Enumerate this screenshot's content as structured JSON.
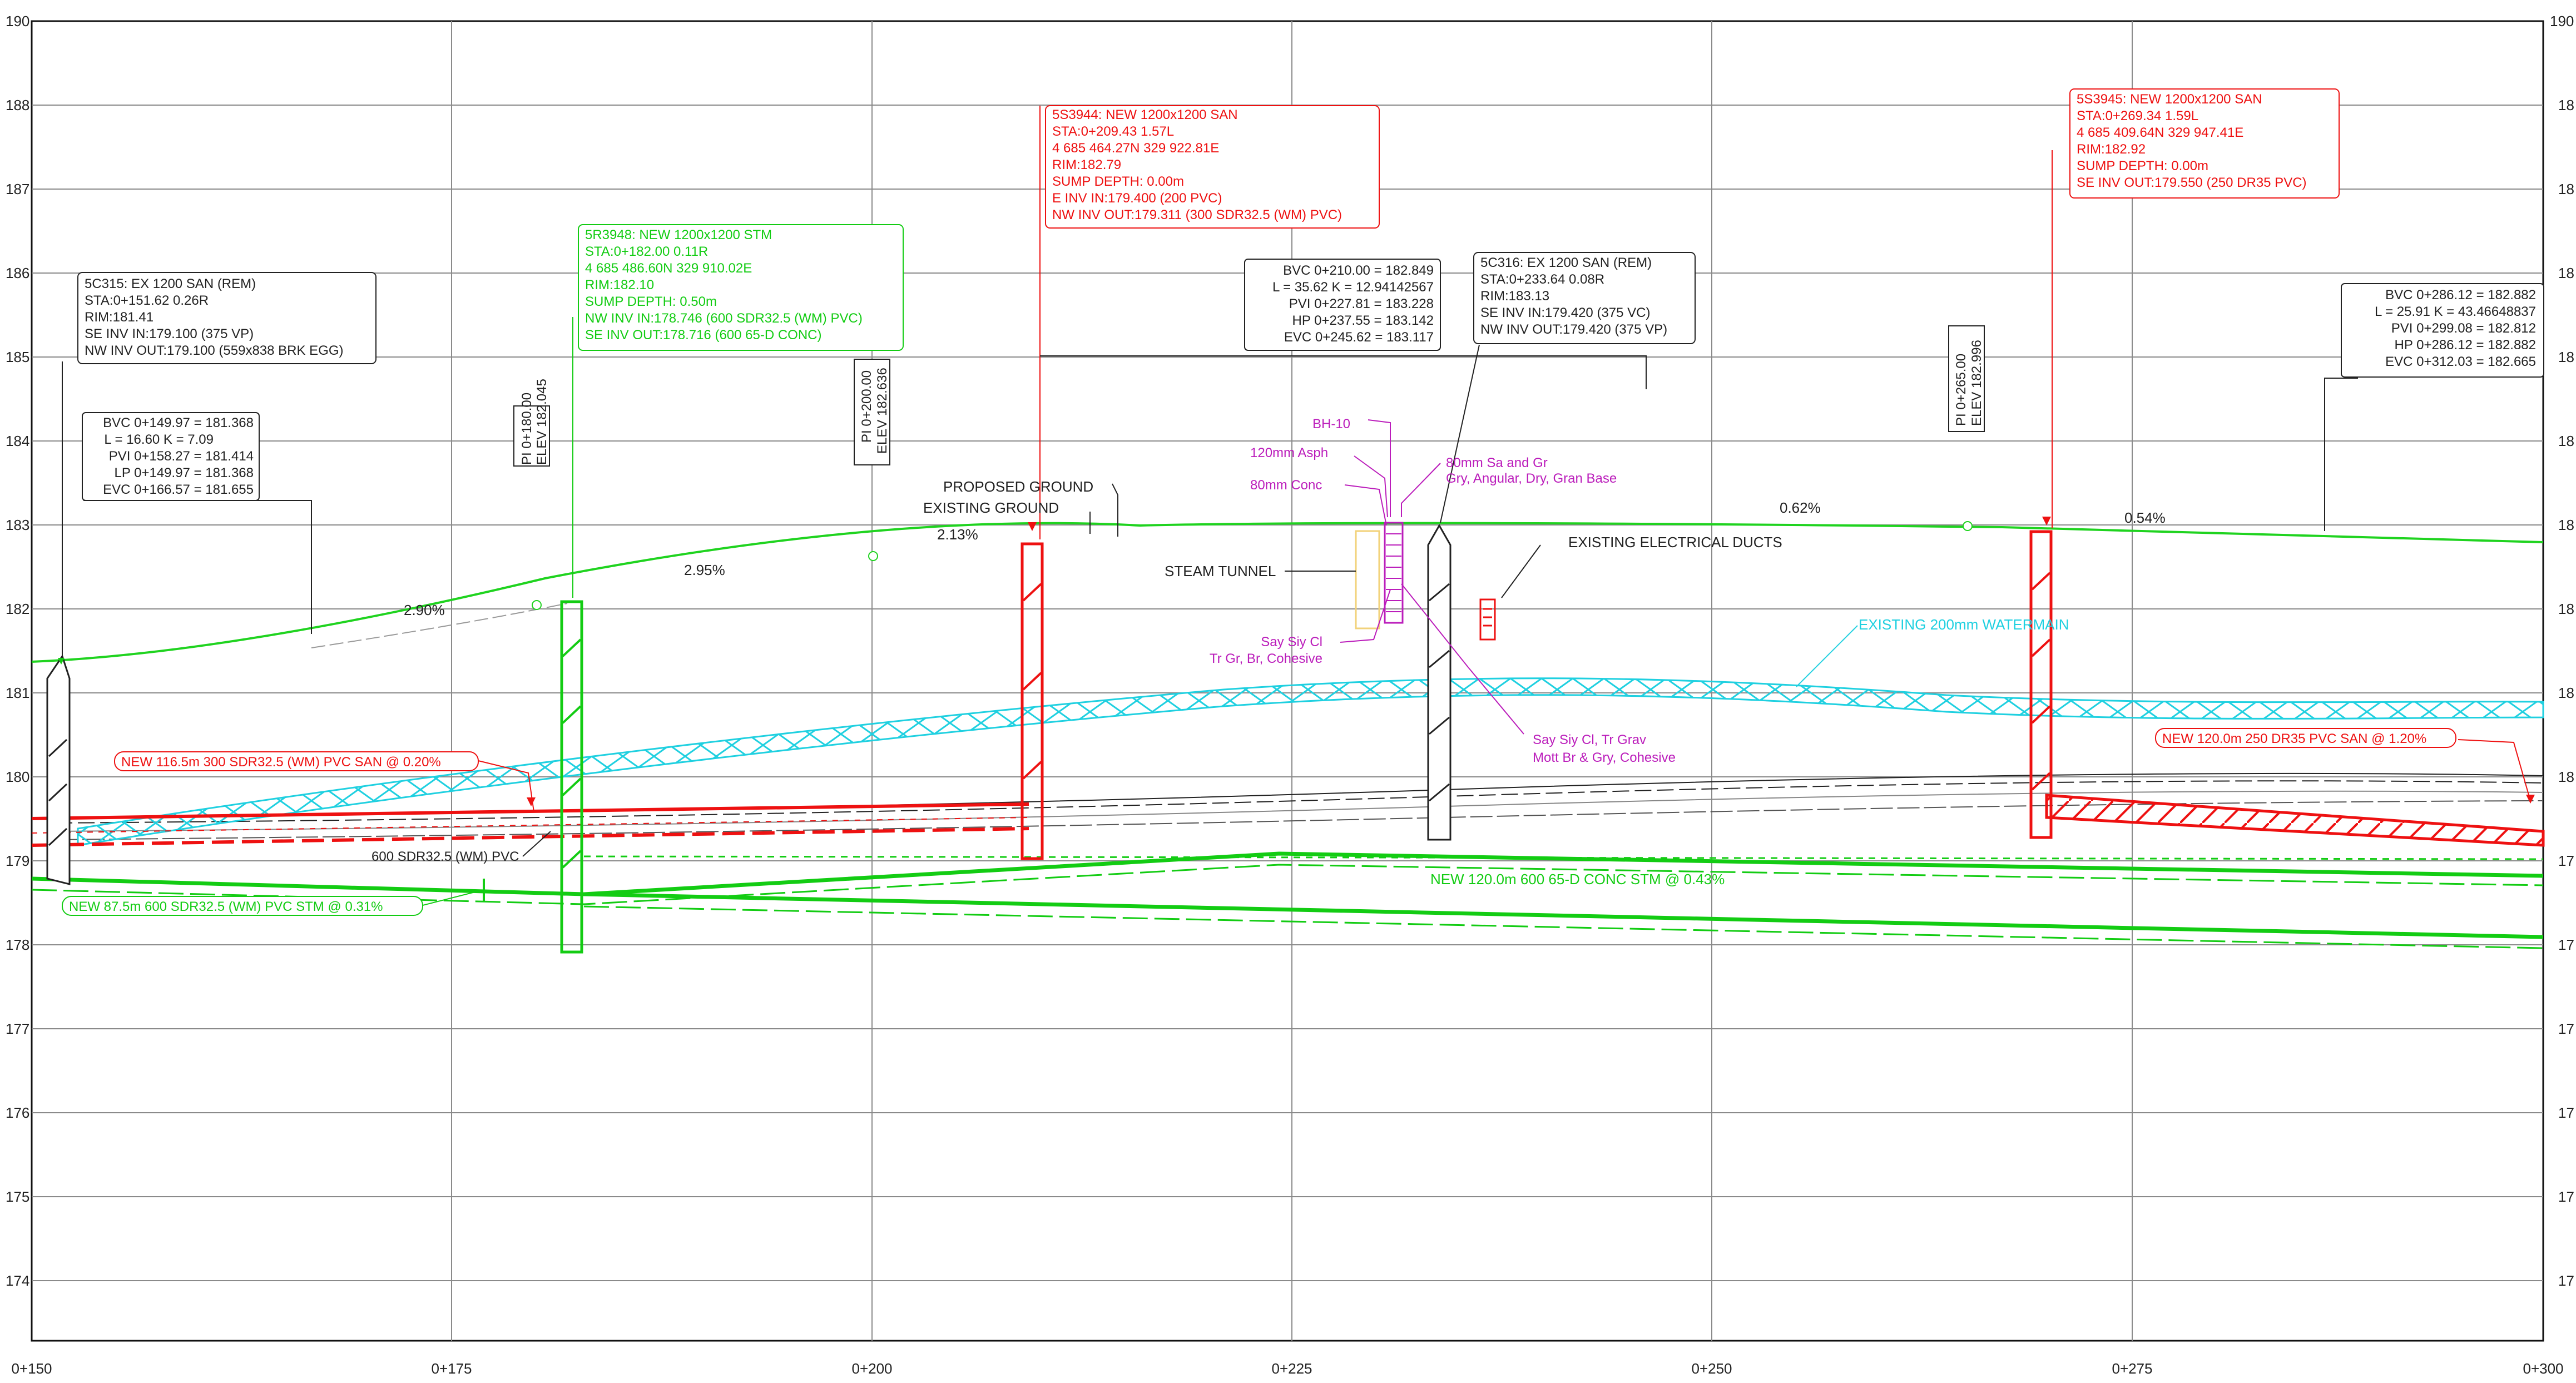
{
  "profile": {
    "stations": [
      "0+150",
      "0+175",
      "0+200",
      "0+225",
      "0+250",
      "0+275",
      "0+300"
    ],
    "elevations_left": [
      "190",
      "188",
      "187",
      "186",
      "185",
      "184",
      "183",
      "182",
      "181",
      "180",
      "179",
      "178",
      "177",
      "176",
      "175",
      "174"
    ],
    "elevations_right": [
      "190",
      "18",
      "18",
      "18",
      "18",
      "18",
      "18",
      "18",
      "18",
      "18",
      "17",
      "17",
      "17",
      "17",
      "17",
      "17"
    ],
    "colors": {
      "grid": "#8a8a8a",
      "ground": "#1fd31f",
      "sanitary": "#ee1111",
      "storm": "#13cc13",
      "water": "#1fd0e0",
      "borehole": "#bb1dbb",
      "existing": "#222222"
    },
    "curve_labels": {
      "left": [
        "BVC 0+149.97 = 181.368",
        "L = 16.60  K = 7.09",
        "PVI 0+158.27 = 181.414",
        "LP 0+149.97 = 181.368",
        "EVC 0+166.57 = 181.655"
      ],
      "mid": [
        "BVC 0+210.00 = 182.849",
        "L = 35.62  K = 12.94142567",
        "PVI 0+227.81 = 183.228",
        "HP 0+237.55 = 183.142",
        "EVC 0+245.62 = 183.117"
      ],
      "right": [
        "BVC 0+286.12 = 182.882",
        "L = 25.91  K = 43.46648837",
        "PVI 0+299.08 = 182.812",
        "HP 0+286.12 = 182.882",
        "EVC 0+312.03 = 182.665"
      ]
    },
    "pi_labels": [
      [
        "PI 0+180.00",
        "ELEV 182.045"
      ],
      [
        "PI 0+200.00",
        "ELEV 182.636"
      ],
      [
        "PI 0+265.00",
        "ELEV 182.996"
      ]
    ],
    "grades": [
      "2.90%",
      "2.95%",
      "2.13%",
      "0.62%",
      "0.54%"
    ],
    "ground_labels": [
      "PROPOSED GROUND",
      "EXISTING GROUND"
    ],
    "manholes": {
      "mh_5c315": [
        "5C315:  EX 1200 SAN (REM)",
        "STA:0+151.62  0.26R",
        "RIM:181.41",
        "SE INV IN:179.100 (375 VP)",
        "NW INV OUT:179.100 (559x838 BRK EGG)"
      ],
      "mh_5r3948": [
        "5R3948:  NEW 1200x1200 STM",
        "STA:0+182.00  0.11R",
        "4 685 486.60N  329 910.02E",
        "RIM:182.10",
        "SUMP DEPTH:  0.50m",
        "NW INV IN:178.746 (600 SDR32.5 (WM) PVC)",
        "SE INV OUT:178.716 (600 65-D CONC)"
      ],
      "mh_5s3944": [
        "5S3944:  NEW 1200x1200 SAN",
        "STA:0+209.43  1.57L",
        "4 685 464.27N  329 922.81E",
        "RIM:182.79",
        "SUMP DEPTH:  0.00m",
        "E INV IN:179.400 (200 PVC)",
        "NW INV OUT:179.311 (300 SDR32.5 (WM) PVC)"
      ],
      "mh_5c316": [
        "5C316:  EX 1200 SAN (REM)",
        "STA:0+233.64  0.08R",
        "RIM:183.13",
        "SE INV IN:179.420 (375 VC)",
        "NW INV OUT:179.420 (375 VP)"
      ],
      "mh_5s3945": [
        "5S3945:  NEW 1200x1200 SAN",
        "STA:0+269.34  1.59L",
        "4 685 409.64N  329 947.41E",
        "RIM:182.92",
        "SUMP DEPTH:  0.00m",
        "SE INV OUT:179.550 (250 DR35 PVC)"
      ]
    },
    "borehole": {
      "id": "BH-10",
      "layer_asph": "120mm Asph",
      "layer_conc": "80mm Conc",
      "layer_base": [
        "80mm Sa and Gr",
        "Gry, Angular, Dry, Gran Base"
      ],
      "layer_mid": [
        "Say Siy Cl",
        "Tr Gr, Br, Cohesive"
      ],
      "layer_bottom": [
        "Say Siy Cl, Tr Grav",
        "Mott Br & Gry, Cohesive"
      ]
    },
    "utilities": {
      "steam_tunnel": "STEAM TUNNEL",
      "elec_ducts": "EXISTING ELECTRICAL DUCTS",
      "watermain": "EXISTING 200mm WATERMAIN"
    },
    "pipe_labels": {
      "san_left": "NEW 116.5m 300 SDR32.5 (WM) PVC SAN @ 0.20%",
      "pvc_600": "600 SDR32.5 (WM) PVC",
      "stm_left": "NEW 87.5m 600 SDR32.5 (WM) PVC STM @ 0.31%",
      "stm_mid": "NEW 120.0m 600 65-D CONC STM @ 0.43%",
      "san_right": "NEW 120.0m 250 DR35 PVC SAN @ 1.20%"
    }
  }
}
